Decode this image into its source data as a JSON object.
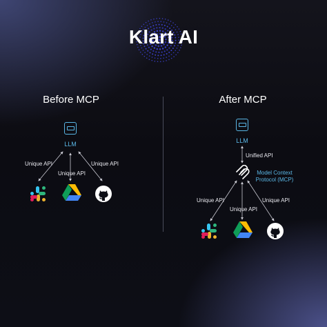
{
  "brand": {
    "name": "Klart AI"
  },
  "before": {
    "title": "Before MCP",
    "llm_label": "LLM",
    "api_labels": [
      "Unique API",
      "Unique API",
      "Unique API"
    ],
    "services": [
      "slack-icon",
      "google-drive-icon",
      "github-icon"
    ]
  },
  "after": {
    "title": "After MCP",
    "llm_label": "LLM",
    "unified_label": "Unified API",
    "mcp_label_line1": "Model Context",
    "mcp_label_line2": "Protocol (MCP)",
    "api_labels": [
      "Unique API",
      "Unique API",
      "Unique API"
    ],
    "services": [
      "slack-icon",
      "google-drive-icon",
      "github-icon"
    ]
  },
  "colors": {
    "accent": "#5ab7e6",
    "background": "#0d0e16",
    "text": "#ffffff"
  }
}
